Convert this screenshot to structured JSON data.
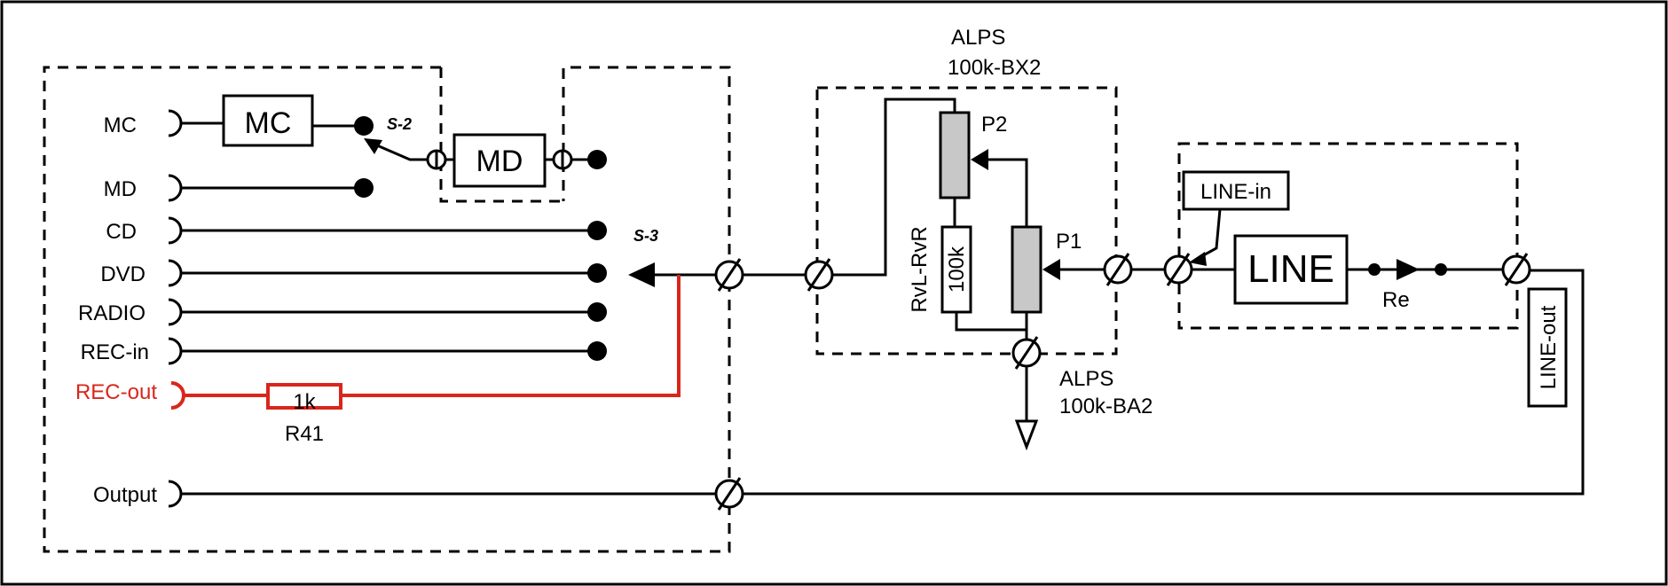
{
  "inputs": {
    "mc": "MC",
    "md": "MD",
    "cd": "CD",
    "dvd": "DVD",
    "radio": "RADIO",
    "rec_in": "REC-in",
    "rec_out": "REC-out",
    "output": "Output"
  },
  "blocks": {
    "mc_amp": "MC",
    "md_amp": "MD",
    "line_amp": "LINE",
    "line_in": "LINE-in",
    "line_out": "LINE-out"
  },
  "switches": {
    "s2": "S-2",
    "s3": "S-3"
  },
  "resistor": {
    "value": "1k",
    "name": "R41"
  },
  "balance": {
    "value": "100k",
    "name": "RvL-RvR"
  },
  "pots": {
    "p1": "P1",
    "p2": "P2",
    "p2_maker": "ALPS",
    "p2_part": "100k-BX2",
    "p1_maker": "ALPS",
    "p1_part": "100k-BA2"
  },
  "re_label": "Re",
  "colors": {
    "wire": "#000000",
    "rec_out": "#d9261c",
    "pot_fill": "#c8c8c8"
  }
}
